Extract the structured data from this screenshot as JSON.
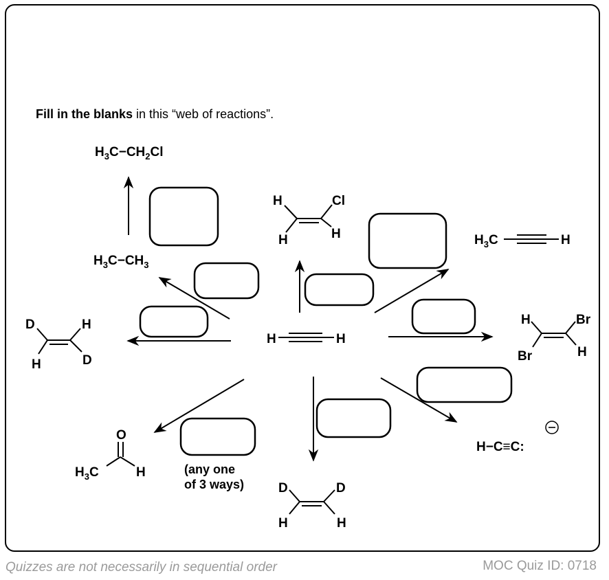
{
  "instruction": {
    "bold": "Fill in the blanks",
    "rest": " in this “web of reactions”."
  },
  "footer": {
    "left": "Quizzes are not necessarily in sequential order",
    "right": "MOC Quiz ID: 0718"
  },
  "note": {
    "line1": "(any one",
    "line2": "of 3 ways)"
  },
  "molecules": {
    "center": {
      "h1": "H",
      "h2": "H"
    },
    "chloroethane": {
      "h3c_main": "H",
      "h3c_sub": "3",
      "h3c_c": "C",
      "dash": "−",
      "ch2_main": "CH",
      "ch2_sub": "2",
      "cl": "Cl"
    },
    "ethane": {
      "h3c_main": "H",
      "h3c_sub": "3",
      "h3c_c": "C",
      "dash": "−",
      "ch3_main": "CH",
      "ch3_sub": "3"
    },
    "vinyl_chloride": {
      "h_tl": "H",
      "cl": "Cl",
      "h_bl": "H",
      "h_br": "H"
    },
    "propyne": {
      "h3c_main": "H",
      "h3c_sub": "3",
      "h3c_c": "C",
      "h": "H"
    },
    "dibromoethene": {
      "h_tl": "H",
      "br_tr": "Br",
      "br_bl": "Br",
      "h_br": "H"
    },
    "trans_dideutero": {
      "d_tl": "D",
      "h_tr": "H",
      "h_bl": "H",
      "d_br": "D"
    },
    "cis_dideutero": {
      "d_tl": "D",
      "d_tr": "D",
      "h_bl": "H",
      "h_br": "H"
    },
    "acetaldehyde": {
      "o": "O",
      "h3c_main": "H",
      "h3c_sub": "3",
      "h3c_c": "C",
      "h": "H"
    },
    "acetylide": {
      "text": "H−C≡C:",
      "charge": "−"
    }
  }
}
